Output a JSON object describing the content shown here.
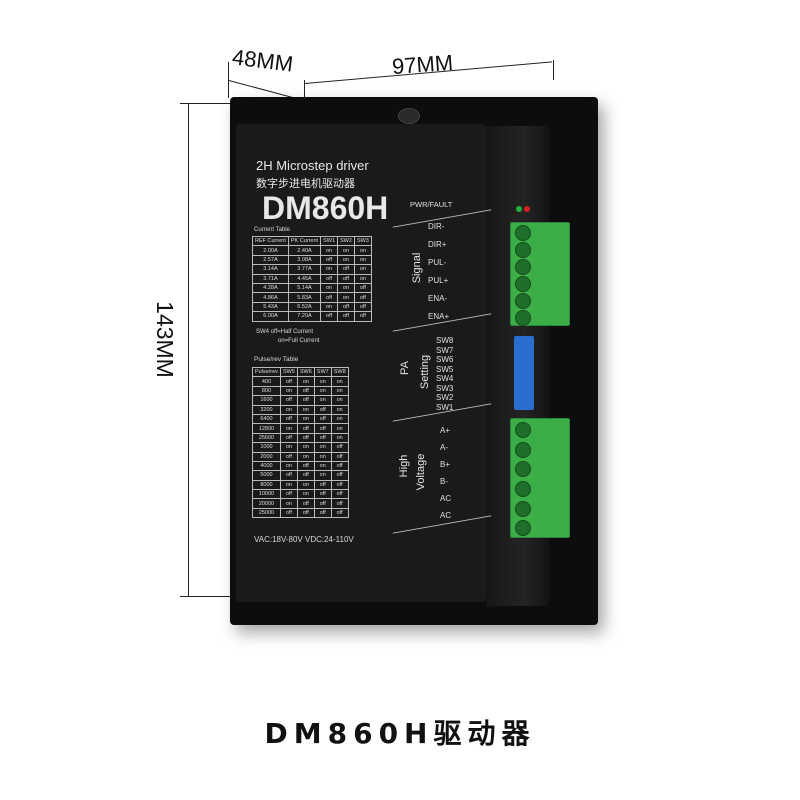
{
  "dimensions": {
    "depth": "48MM",
    "width": "97MM",
    "height": "143MM"
  },
  "front_panel": {
    "subtitle_en": "2H Microstep driver",
    "subtitle_cn": "数字步进电机驱动器",
    "model": "DM860H",
    "current_table_title": "Current Table",
    "current_headers": [
      "REF Current",
      "PK Current",
      "SW1",
      "SW2",
      "SW3"
    ],
    "current_rows": [
      [
        "2.00A",
        "2.40A",
        "on",
        "on",
        "on"
      ],
      [
        "2.57A",
        "3.08A",
        "off",
        "on",
        "on"
      ],
      [
        "3.14A",
        "3.77A",
        "on",
        "off",
        "on"
      ],
      [
        "3.71A",
        "4.45A",
        "off",
        "off",
        "on"
      ],
      [
        "4.28A",
        "5.14A",
        "on",
        "on",
        "off"
      ],
      [
        "4.86A",
        "5.83A",
        "off",
        "on",
        "off"
      ],
      [
        "5.43A",
        "6.52A",
        "on",
        "off",
        "off"
      ],
      [
        "6.00A",
        "7.20A",
        "off",
        "off",
        "off"
      ]
    ],
    "sw4_note_1": "SW4 off=Half Current",
    "sw4_note_2": "on=Full Current",
    "pulse_table_title": "Pulse/rev Table",
    "pulse_headers": [
      "Pulse/rev",
      "SW5",
      "SW6",
      "SW7",
      "SW8"
    ],
    "pulse_rows": [
      [
        "400",
        "off",
        "on",
        "on",
        "on"
      ],
      [
        "800",
        "on",
        "off",
        "on",
        "on"
      ],
      [
        "1600",
        "off",
        "off",
        "on",
        "on"
      ],
      [
        "3200",
        "on",
        "on",
        "off",
        "on"
      ],
      [
        "6400",
        "off",
        "on",
        "off",
        "on"
      ],
      [
        "12800",
        "on",
        "off",
        "off",
        "on"
      ],
      [
        "25600",
        "off",
        "off",
        "off",
        "on"
      ],
      [
        "1000",
        "on",
        "on",
        "on",
        "off"
      ],
      [
        "2000",
        "off",
        "on",
        "on",
        "off"
      ],
      [
        "4000",
        "on",
        "off",
        "on",
        "off"
      ],
      [
        "5000",
        "off",
        "off",
        "on",
        "off"
      ],
      [
        "8000",
        "on",
        "on",
        "off",
        "off"
      ],
      [
        "10000",
        "off",
        "on",
        "off",
        "off"
      ],
      [
        "20000",
        "on",
        "off",
        "off",
        "off"
      ],
      [
        "25000",
        "off",
        "off",
        "off",
        "off"
      ]
    ],
    "voltage_note": "VAC:18V-80V VDC:24-110V"
  },
  "side_panel": {
    "pwr_fault": "PWR/FAULT",
    "signal_group": "Signal",
    "signal_labels": [
      "DIR-",
      "DIR+",
      "PUL-",
      "PUL+",
      "ENA-",
      "ENA+"
    ],
    "pa_group_1": "PA",
    "pa_group_2": "Setting",
    "pa_labels": [
      "SW8",
      "SW7",
      "SW6",
      "SW5",
      "SW4",
      "SW3",
      "SW2",
      "SW1"
    ],
    "hv_group_1": "High",
    "hv_group_2": "Voltage",
    "hv_labels": [
      "A+",
      "A-",
      "B+",
      "B-",
      "AC",
      "AC"
    ]
  },
  "caption": "DM860H驱动器",
  "colors": {
    "terminal_green": "#3cae47",
    "dip_blue": "#2a6fd0",
    "led_red": "#d62020",
    "led_green": "#27b03b"
  }
}
